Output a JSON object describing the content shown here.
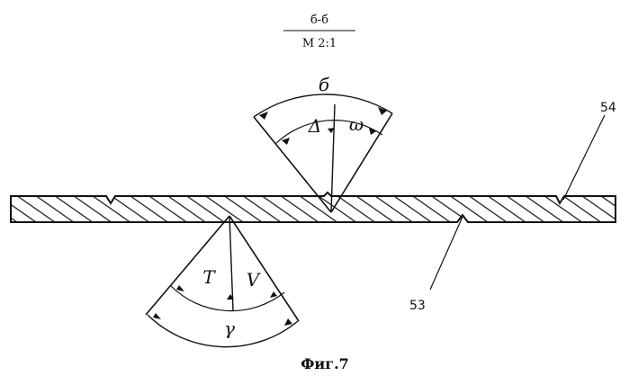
{
  "section": {
    "name": "б-б",
    "scale": "М 2:1"
  },
  "caption": "Фиг.7",
  "refs": {
    "top_groove": "54",
    "bottom_groove": "53"
  },
  "angles": {
    "top_outer": "б",
    "top_left": "Δ",
    "top_right": "ω",
    "bottom_left": "T",
    "bottom_right": "V",
    "bottom_outer": "γ"
  }
}
